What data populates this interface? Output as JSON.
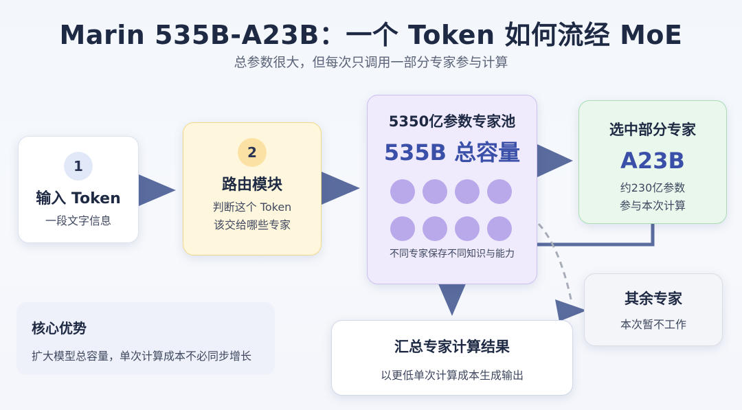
{
  "header": {
    "title": "Marin 535B-A23B：一个 Token 如何流经 MoE",
    "subtitle": "总参数很大，但每次只调用一部分专家参与计算"
  },
  "step1": {
    "number": "1",
    "title": "输入 Token",
    "desc": "一段文字信息"
  },
  "step2": {
    "number": "2",
    "title": "路由模块",
    "desc_line1": "判断这个 Token",
    "desc_line2": "该交给哪些专家"
  },
  "pool": {
    "title": "5350亿参数专家池",
    "capacity": "535B 总容量",
    "note": "不同专家保存不同知识与能力",
    "expert_count": 8
  },
  "selected": {
    "title": "选中部分专家",
    "value": "A23B",
    "desc_line1": "约230亿参数",
    "desc_line2": "参与本次计算"
  },
  "others": {
    "title": "其余专家",
    "desc": "本次暂不工作"
  },
  "result": {
    "title": "汇总专家计算结果",
    "desc": "以更低单次计算成本生成输出"
  },
  "advantage": {
    "title": "核心优势",
    "desc": "扩大模型总容量，单次计算成本不必同步增长"
  },
  "colors": {
    "arrow": "#5a6b9e",
    "accent": "#3a4fa8",
    "expert_dot": "#b9a8ea"
  }
}
